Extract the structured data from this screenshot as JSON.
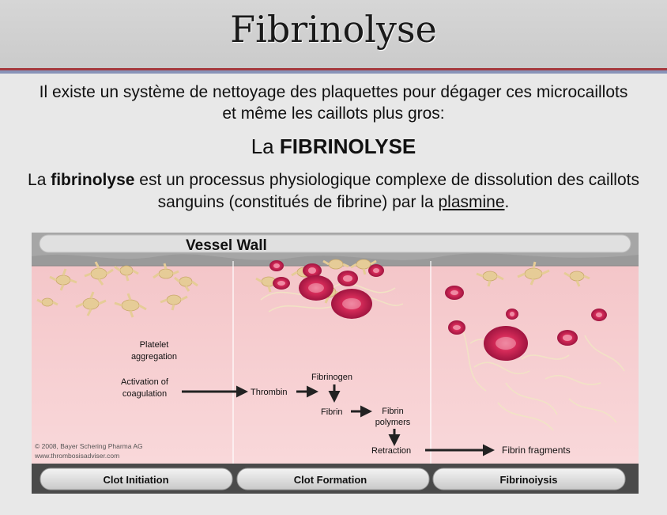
{
  "slide": {
    "title": "Fibrinolyse",
    "intro": "Il existe un système de nettoyage des plaquettes pour dégager ces microcaillots et même les caillots plus gros:",
    "subtitle_prefix": "La ",
    "subtitle_bold": "FIBRINOLYSE",
    "desc_prefix": "La ",
    "desc_bold": "fibrinolyse",
    "desc_middle": " est un processus physiologique complexe de dissolution des caillots sanguins (constitués de fibrine) par la ",
    "desc_link": "plasmine",
    "desc_suffix": "."
  },
  "figure": {
    "vessel_wall": "Vessel Wall",
    "platelet_aggregation_1": "Platelet",
    "platelet_aggregation_2": "aggregation",
    "activation_1": "Activation of",
    "activation_2": "coagulation",
    "thrombin": "Thrombin",
    "fibrinogen": "Fibrinogen",
    "fibrin": "Fibrin",
    "fibrin_polymers_1": "Fibrin",
    "fibrin_polymers_2": "polymers",
    "retraction": "Retraction",
    "fibrin_fragments": "Fibrin fragments",
    "copyright_1": "© 2008, Bayer Schering Pharma AG",
    "copyright_2": "www.thrombosisadviser.com",
    "tabs": [
      "Clot Initiation",
      "Clot Formation",
      "Fibrinoiysis"
    ],
    "colors": {
      "blood": "#f6c9cb",
      "rbc": "#d42a58",
      "platelet": "#e6cc97",
      "wall": "#9a9a9a"
    }
  }
}
